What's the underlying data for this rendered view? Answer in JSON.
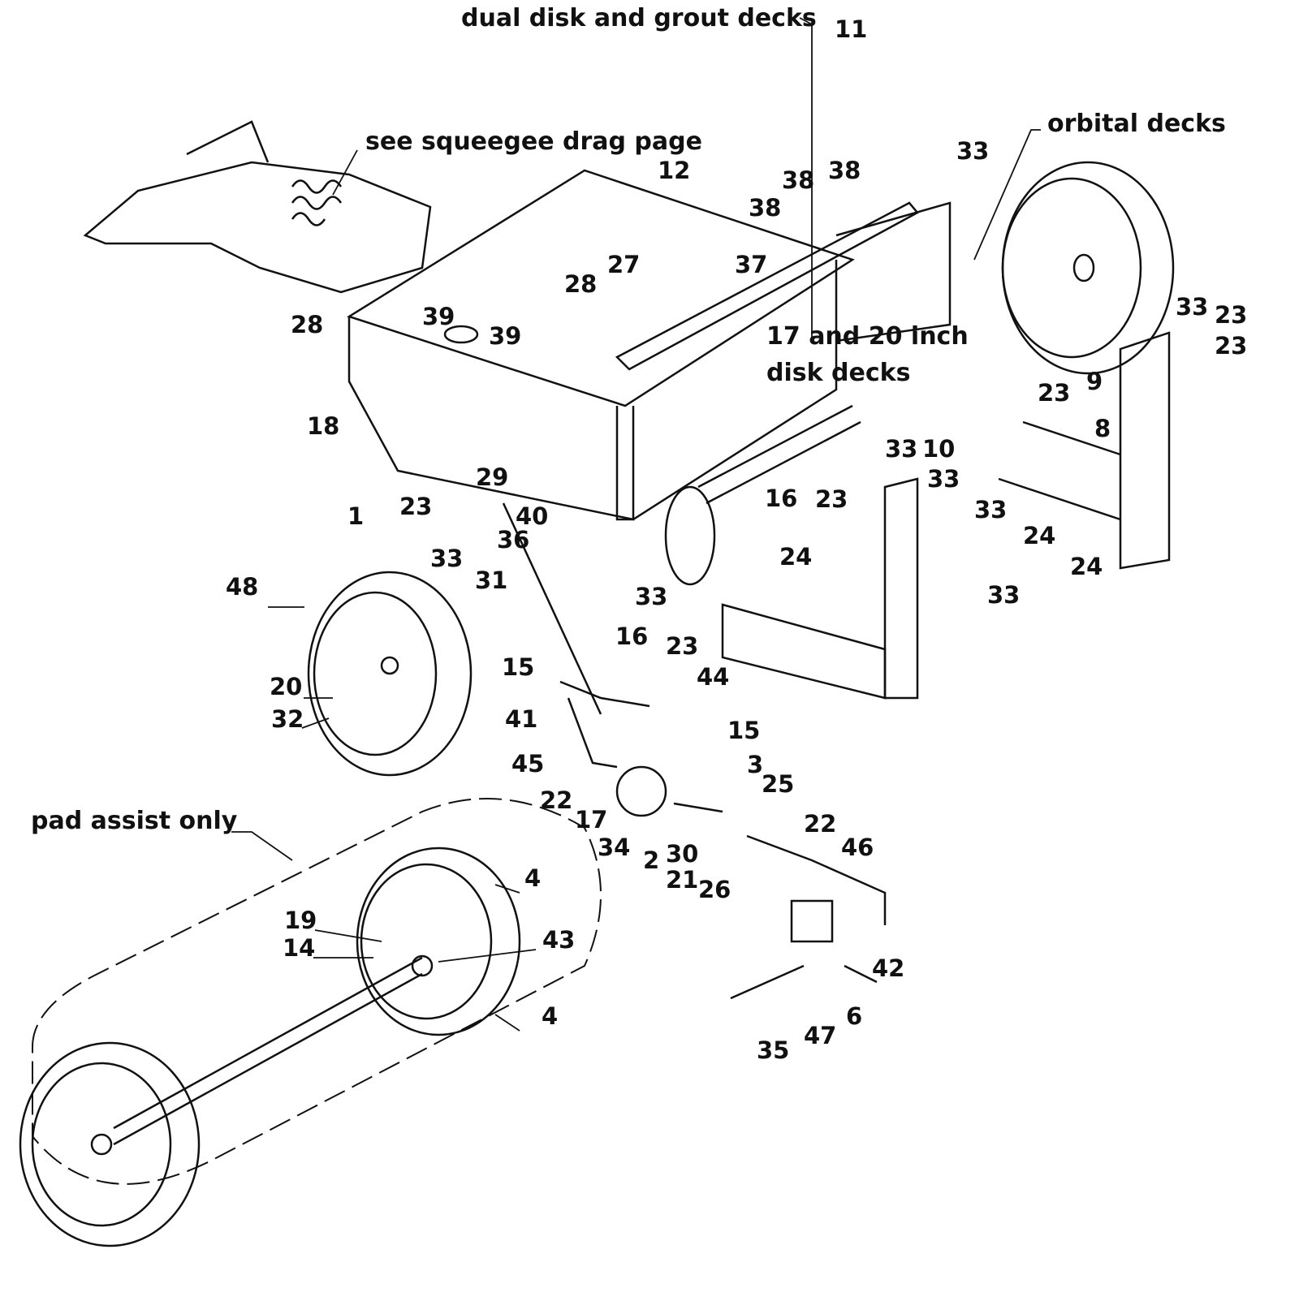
{
  "notes": {
    "dual_disk": "dual disk and grout decks",
    "orbital": "orbital decks",
    "squeegee": "see squeegee drag page",
    "disk_decks_1": "17 and 20 inch",
    "disk_decks_2": "disk decks",
    "pad_assist": "pad assist only"
  },
  "callouts": [
    "11",
    "33",
    "12",
    "38",
    "38",
    "38",
    "27",
    "28",
    "37",
    "28",
    "39",
    "39",
    "33",
    "23",
    "23",
    "9",
    "23",
    "8",
    "18",
    "29",
    "33",
    "10",
    "16",
    "33",
    "23",
    "33",
    "1",
    "23",
    "40",
    "24",
    "36",
    "33",
    "24",
    "24",
    "31",
    "48",
    "33",
    "33",
    "16",
    "23",
    "15",
    "44",
    "20",
    "32",
    "41",
    "15",
    "45",
    "3",
    "25",
    "22",
    "17",
    "22",
    "34",
    "30",
    "46",
    "2",
    "21",
    "26",
    "4",
    "19",
    "43",
    "14",
    "42",
    "4",
    "6",
    "47",
    "35"
  ]
}
